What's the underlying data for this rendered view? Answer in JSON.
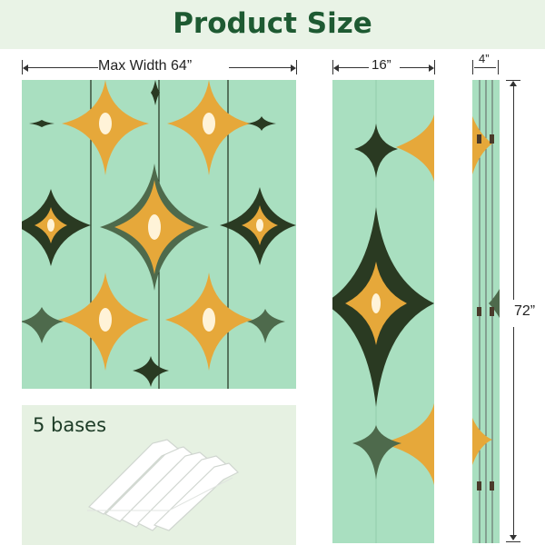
{
  "header": {
    "title": "Product Size"
  },
  "dimensions": {
    "max_width": "Max Width 64”",
    "panel_width": "16”",
    "depth": "4”",
    "height": "72”"
  },
  "bases": {
    "label": "5 bases"
  },
  "colors": {
    "header_bg": "#e9f3e6",
    "title": "#1e5a32",
    "panel_bg": "#a9dfc0",
    "star_gold": "#e6a83a",
    "star_dark": "#2a3a22",
    "star_olive": "#4e6a4c"
  }
}
